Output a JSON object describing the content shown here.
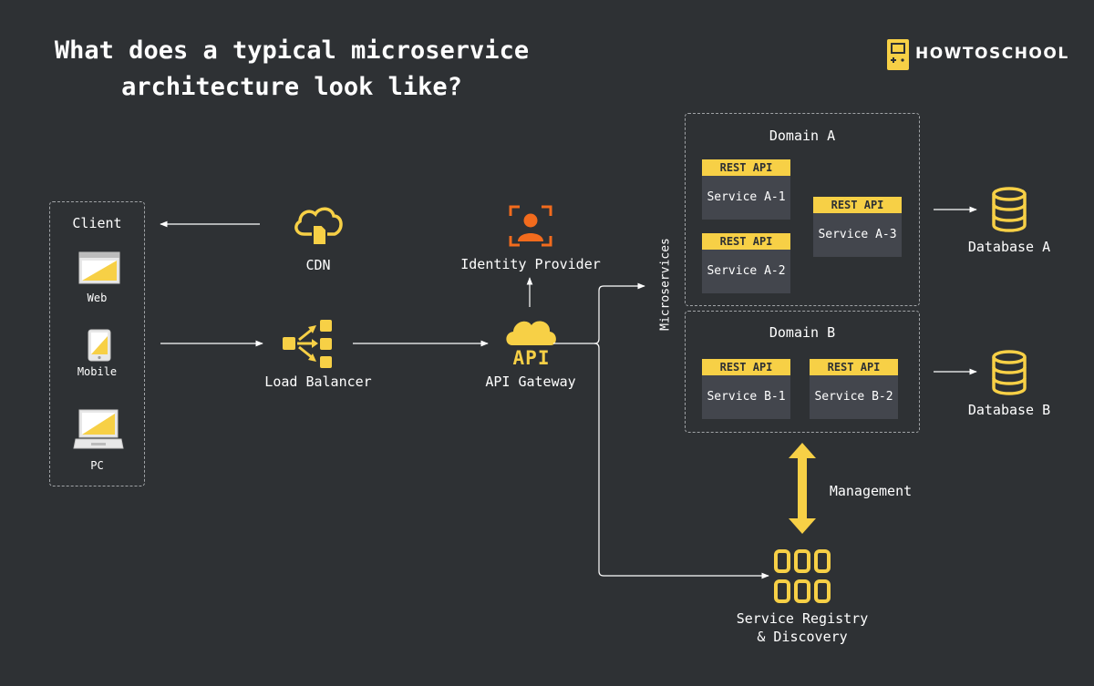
{
  "title": {
    "line1": "What does a typical microservice",
    "line2": "architecture look like?"
  },
  "logo": {
    "text": "HOWTOSCHOOL",
    "icon": "gameboy-icon"
  },
  "client": {
    "label": "Client",
    "devices": [
      {
        "label": "Web",
        "icon": "web-browser-icon"
      },
      {
        "label": "Mobile",
        "icon": "mobile-phone-icon"
      },
      {
        "label": "PC",
        "icon": "laptop-icon"
      }
    ]
  },
  "cdn": {
    "label": "CDN",
    "icon": "cloud-file-icon"
  },
  "load_balancer": {
    "label": "Load Balancer",
    "icon": "load-balancer-icon"
  },
  "identity_provider": {
    "label": "Identity Provider",
    "icon": "user-id-icon"
  },
  "api_gateway": {
    "label": "API Gateway",
    "icon_text": "API"
  },
  "microservices_label": "Microservices",
  "domain_a": {
    "label": "Domain A",
    "services": [
      {
        "api": "REST API",
        "name": "Service A-1"
      },
      {
        "api": "REST API",
        "name": "Service A-2"
      },
      {
        "api": "REST API",
        "name": "Service A-3"
      }
    ]
  },
  "domain_b": {
    "label": "Domain B",
    "services": [
      {
        "api": "REST API",
        "name": "Service B-1"
      },
      {
        "api": "REST API",
        "name": "Service B-2"
      }
    ]
  },
  "database_a": {
    "label": "Database A",
    "icon": "database-icon"
  },
  "database_b": {
    "label": "Database B",
    "icon": "database-icon"
  },
  "management": {
    "label": "Management"
  },
  "registry": {
    "label_line1": "Service Registry",
    "label_line2": "& Discovery",
    "icon": "registry-grid-icon"
  },
  "colors": {
    "background": "#2e3134",
    "accent": "#f7d046",
    "identity": "#f26b1d",
    "service_box": "#43464d",
    "line": "#ffffff"
  }
}
